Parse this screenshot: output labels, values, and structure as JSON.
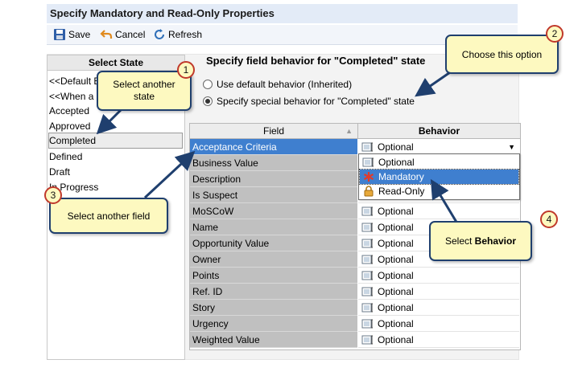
{
  "window": {
    "title": "Specify Mandatory and Read-Only Properties"
  },
  "toolbar": {
    "save_label": "Save",
    "cancel_label": "Cancel",
    "refresh_label": "Refresh"
  },
  "state_list": {
    "header": "Select State",
    "items": [
      {
        "label": "<<Default B"
      },
      {
        "label": "<<When a"
      },
      {
        "label": "Accepted"
      },
      {
        "label": "Approved"
      },
      {
        "label": "Completed"
      },
      {
        "label": "Defined"
      },
      {
        "label": "Draft"
      },
      {
        "label": "In Progress"
      }
    ]
  },
  "main": {
    "heading": "Specify field behavior for \"Completed\" state",
    "radio_default": "Use default behavior (Inherited)",
    "radio_special": "Specify special behavior for \"Completed\" state"
  },
  "grid": {
    "col_field": "Field",
    "col_behavior": "Behavior",
    "rows": [
      {
        "field": "Acceptance Criteria",
        "behavior": "Optional"
      },
      {
        "field": "Business Value",
        "behavior": ""
      },
      {
        "field": "Description",
        "behavior": ""
      },
      {
        "field": "Is Suspect",
        "behavior": ""
      },
      {
        "field": "MoSCoW",
        "behavior": "Optional"
      },
      {
        "field": "Name",
        "behavior": "Optional"
      },
      {
        "field": "Opportunity Value",
        "behavior": "Optional"
      },
      {
        "field": "Owner",
        "behavior": "Optional"
      },
      {
        "field": "Points",
        "behavior": "Optional"
      },
      {
        "field": "Ref. ID",
        "behavior": "Optional"
      },
      {
        "field": "Story",
        "behavior": "Optional"
      },
      {
        "field": "Urgency",
        "behavior": "Optional"
      },
      {
        "field": "Weighted Value",
        "behavior": "Optional"
      }
    ]
  },
  "dropdown": {
    "options": [
      {
        "label": "Optional"
      },
      {
        "label": "Mandatory"
      },
      {
        "label": "Read-Only"
      }
    ]
  },
  "callouts": {
    "c1": {
      "num": "1",
      "text": "Select another state"
    },
    "c2": {
      "num": "2",
      "text": "Choose this option"
    },
    "c3": {
      "num": "3",
      "text": "Select another field"
    },
    "c4": {
      "num": "4",
      "text_prefix": "Select ",
      "text_bold": "Behavior"
    }
  },
  "colors": {
    "callout_fill": "#fdf9c0",
    "callout_border": "#1f3f6e",
    "badge_border": "#c0392b",
    "selection": "#3f7fcf"
  }
}
